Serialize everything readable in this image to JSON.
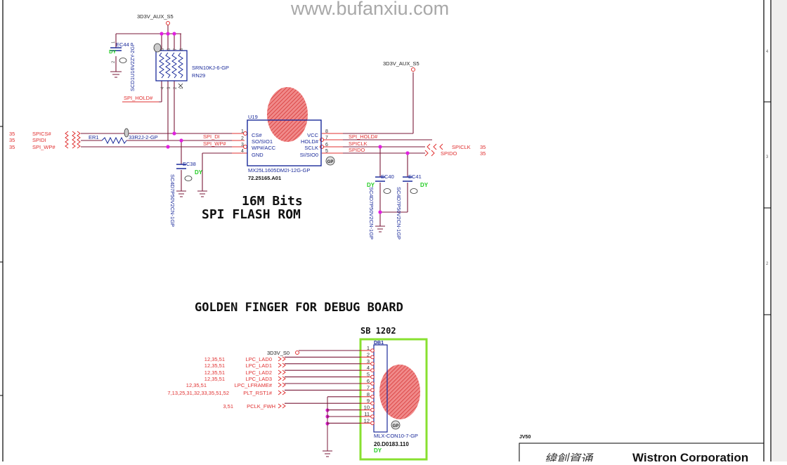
{
  "watermark": "www.bufanxiu.com",
  "border_zones": [
    "4",
    "3",
    "2"
  ],
  "colors": {
    "net": "#7a1a3a",
    "label": "#e03030",
    "part": "#1a2a9a",
    "junction": "#e020e0",
    "dy": "#22cc22",
    "hatch": "#e05050",
    "frame_green": "#88e030"
  },
  "spi": {
    "title_line1": "16M Bits",
    "title_line2": "SPI FLASH ROM",
    "power_top": "3D3V_AUX_S5",
    "power_right": "3D3V_AUX_S5",
    "ec44": {
      "ref": "EC44",
      "value": "SCD1U16V2ZY-2GP",
      "pin1": "1",
      "pin2": "2",
      "dy": "DY"
    },
    "rn29": {
      "ref": "RN29",
      "value": "SRN10KJ-6-GP",
      "pins_top": [
        "5",
        "6",
        "7",
        "8"
      ],
      "pins_bottom": [
        "4",
        "3",
        "2",
        "1"
      ]
    },
    "hold_net": "SPI_HOLD#",
    "left_signals": [
      {
        "page": "35",
        "name": "SPICS#"
      },
      {
        "page": "35",
        "name": "SPIDI"
      },
      {
        "page": "35",
        "name": "SPI_WP#"
      }
    ],
    "er1": {
      "ref": "ER1",
      "value": "33R2J-2-GP",
      "pin1": "1",
      "pin2": "2"
    },
    "net_di": "SPI_DI",
    "net_wp": "SPI_WP#",
    "ec38": {
      "ref": "EC38",
      "value": "SC4D7P50V2CN-1GP",
      "pin1": "1",
      "pin2": "2",
      "dy": "DY"
    },
    "u19": {
      "ref": "U19",
      "part": "MX25L1605DM2I-12G-GP",
      "pn": "72.25165.A01",
      "gp": "GP",
      "left_pins": [
        {
          "num": "1",
          "name": "CS#"
        },
        {
          "num": "2",
          "name": "SO/SIO1"
        },
        {
          "num": "3",
          "name": "WP#/ACC"
        },
        {
          "num": "4",
          "name": "GND"
        }
      ],
      "right_pins": [
        {
          "num": "8",
          "name": "VCC"
        },
        {
          "num": "7",
          "name": "HOLD#"
        },
        {
          "num": "6",
          "name": "SCLK"
        },
        {
          "num": "5",
          "name": "SI/SIO0"
        }
      ]
    },
    "right_nets": [
      "SPI_HOLD#",
      "SPICLK",
      "SPIDO"
    ],
    "right_signals": [
      {
        "name": "SPICLK",
        "page": "35"
      },
      {
        "name": "SPIDO",
        "page": "35"
      }
    ],
    "ec40": {
      "ref": "EC40",
      "value": "SC4D7P50V2CN-1GP",
      "pin1": "1",
      "pin2": "2",
      "dy": "DY"
    },
    "ec41": {
      "ref": "EC41",
      "value": "SC4D7P50V2CN-1GP",
      "pin1": "1",
      "pin2": "2",
      "dy": "DY"
    }
  },
  "debug": {
    "title": "GOLDEN FINGER FOR DEBUG BOARD",
    "subtitle": "SB 1202",
    "power": "3D3V_S0",
    "signals": [
      {
        "pages": "12,35,51",
        "name": "LPC_LAD0"
      },
      {
        "pages": "12,35,51",
        "name": "LPC_LAD1"
      },
      {
        "pages": "12,35,51",
        "name": "LPC_LAD2"
      },
      {
        "pages": "12,35,51",
        "name": "LPC_LAD3"
      },
      {
        "pages": "12,35,51",
        "name": "LPC_LFRAME#"
      },
      {
        "pages": "7,13,25,31,32,33,35,51,52",
        "name": "PLT_RST1#"
      },
      {
        "pages": "3,51",
        "name": "PCLK_FWH"
      }
    ],
    "db1": {
      "ref": "DB1",
      "part": "MLX-CON10-7-GP",
      "pn": "20.D0183.110",
      "dy": "DY",
      "gp": "GP",
      "pins": [
        "1",
        "2",
        "3",
        "4",
        "5",
        "6",
        "7",
        "8",
        "9",
        "10",
        "11",
        "12"
      ]
    }
  },
  "titleblock": {
    "project": "JV50",
    "company_cn": "緯創資通",
    "company": "Wistron Corporation"
  }
}
